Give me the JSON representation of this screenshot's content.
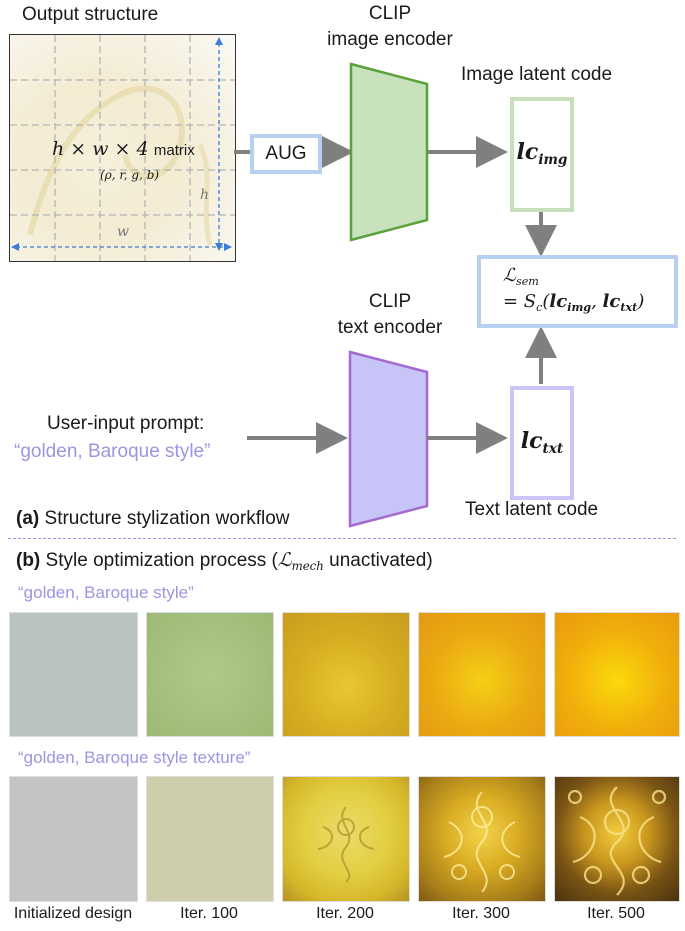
{
  "part_a": {
    "output_structure_title": "Output structure",
    "matrix_main": "h × w × 4",
    "matrix_suffix": "matrix",
    "matrix_channels": "(ρ, r, g, b)",
    "dim_h": "h",
    "dim_w": "w",
    "aug_label": "AUG",
    "clip_image_line1": "CLIP",
    "clip_image_line2": "image encoder",
    "image_latent_title": "Image latent code",
    "lc_img_base": "lc",
    "lc_img_sub": "img",
    "loss_line1_base": "ℒ",
    "loss_line1_sub": "sem",
    "loss_line2_prefix": "= S",
    "loss_line2_sub": "c",
    "loss_line2_args_open": "(",
    "loss_arg1_base": "lc",
    "loss_arg1_sub": "img",
    "loss_sep": ", ",
    "loss_arg2_base": "lc",
    "loss_arg2_sub": "txt",
    "loss_close": ")",
    "clip_text_line1": "CLIP",
    "clip_text_line2": "text encoder",
    "user_prompt_label": "User-input prompt:",
    "user_prompt_value": "“golden, Baroque style”",
    "lc_txt_base": "lc",
    "lc_txt_sub": "txt",
    "text_latent_title": "Text latent code",
    "caption_tag": "(a)",
    "caption_text": "Structure stylization workflow"
  },
  "part_b": {
    "caption_tag": "(b)",
    "caption_text_before": "Style optimization process (",
    "caption_math_base": "ℒ",
    "caption_math_sub": "mech",
    "caption_text_after": " unactivated)",
    "row1_prompt": "“golden, Baroque style”",
    "row2_prompt": "“golden, Baroque style texture”",
    "column_labels": [
      "Initialized design",
      "Iter. 100",
      "Iter. 200",
      "Iter. 300",
      "Iter. 500"
    ]
  },
  "colors": {
    "aug_border": "#b7d0f2",
    "image_encoder_fill": "#c8e2bd",
    "image_encoder_stroke": "#5aa23b",
    "image_latent_border": "#c8dfbb",
    "loss_border": "#b7d0f2",
    "text_encoder_fill": "#c7c4f7",
    "text_encoder_stroke": "#a46ad0",
    "text_latent_border": "#c9c5f6",
    "prompt_text": "#9a96e2",
    "arrow": "#7f7f7f",
    "divider": "#9a96e2"
  }
}
